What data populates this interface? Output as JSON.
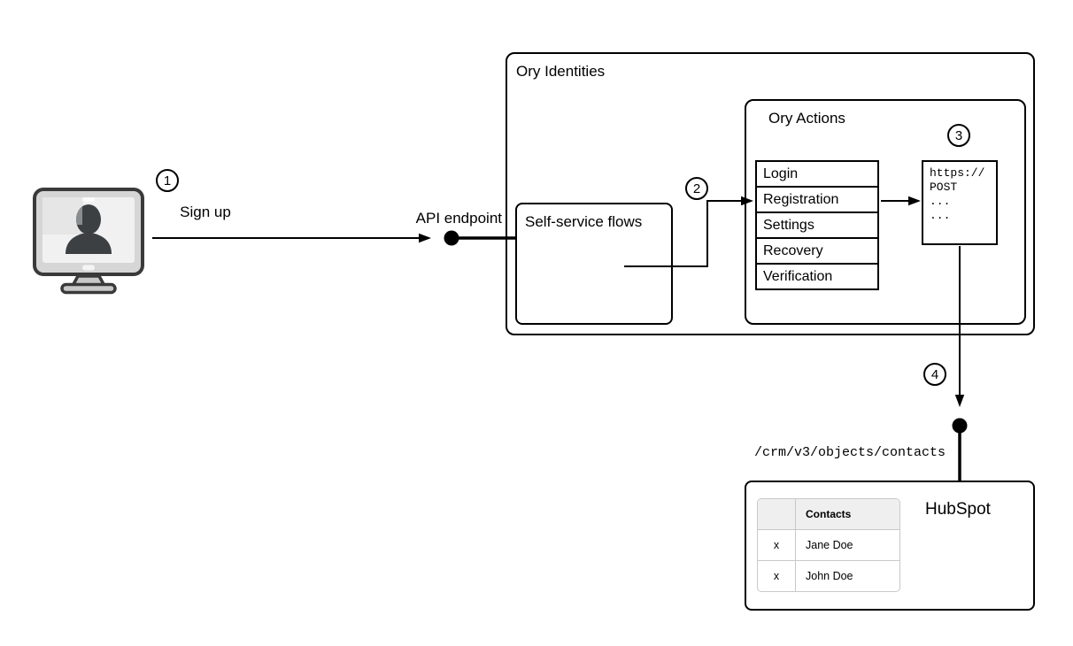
{
  "steps": {
    "one": "1",
    "two": "2",
    "three": "3",
    "four": "4"
  },
  "labels": {
    "sign_up": "Sign up",
    "api_endpoint": "API endpoint",
    "ory_identities": "Ory Identities",
    "self_service_flows": "Self-service flows",
    "ory_actions": "Ory Actions",
    "hubspot": "HubSpot",
    "hubspot_endpoint_path": "/crm/v3/objects/contacts"
  },
  "ory_actions_flows": [
    "Login",
    "Registration",
    "Settings",
    "Recovery",
    "Verification"
  ],
  "code_box": {
    "line1": "https://",
    "line2": "POST",
    "line3": "...",
    "line4": "..."
  },
  "hubspot_table": {
    "header": "Contacts",
    "rows": [
      {
        "mark": "x",
        "name": "Jane Doe"
      },
      {
        "mark": "x",
        "name": "John Doe"
      }
    ]
  },
  "icons": {
    "user_monitor": "monitor-with-user-silhouette",
    "endpoint_dot": "filled-circle-endpoint",
    "arrow": "black-arrowhead"
  },
  "colors": {
    "line": "#000000",
    "box_border": "#000000",
    "table_border": "#c9c9c9",
    "table_header_bg": "#efefef",
    "monitor_body": "#d6d6d6",
    "monitor_screen": "#f1f1f1",
    "silhouette": "#3d4043"
  }
}
